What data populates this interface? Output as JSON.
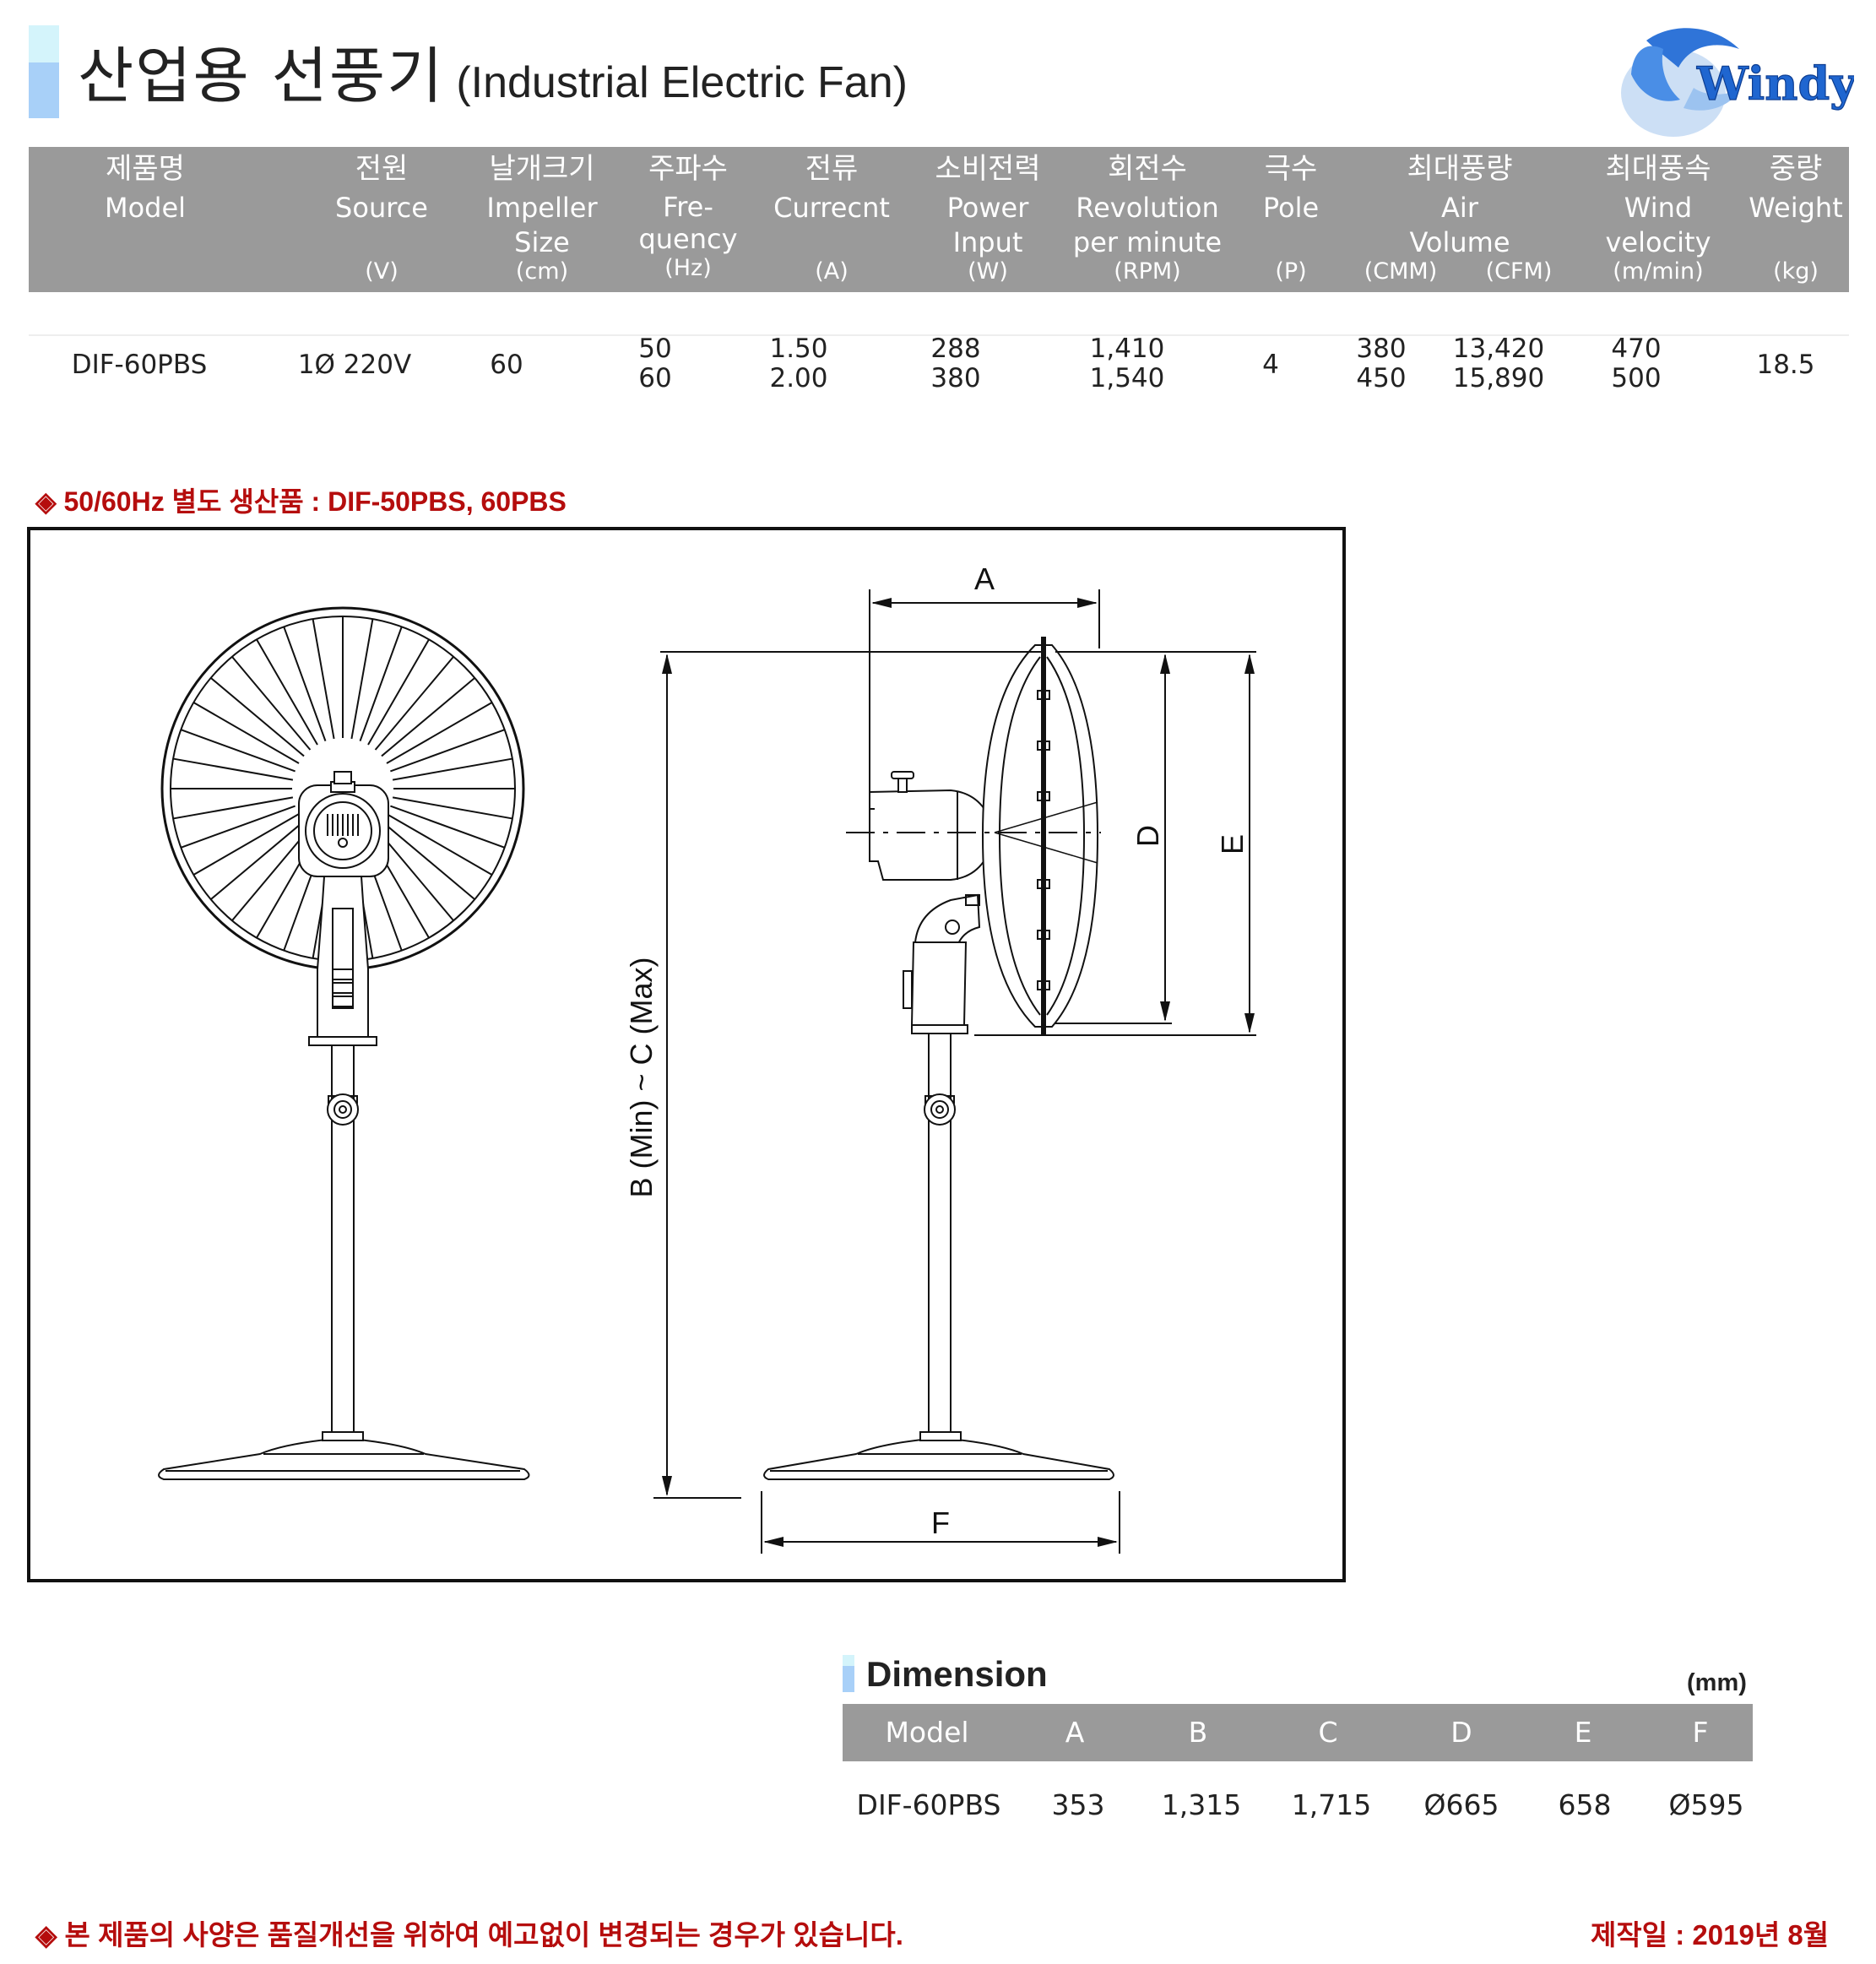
{
  "header": {
    "title_ko": "산업용 선풍기",
    "title_en": "(Industrial Electric Fan)",
    "logo_text": "Windy"
  },
  "spec_table": {
    "columns": [
      {
        "ko": "제품명",
        "en": "Model",
        "unit": ""
      },
      {
        "ko": "전원",
        "en": "Source",
        "unit": "(V)"
      },
      {
        "ko": "날개크기",
        "en": "Impeller\nSize",
        "unit": "(cm)"
      },
      {
        "ko": "주파수",
        "en": "Fre-\nquency",
        "unit": "(Hz)"
      },
      {
        "ko": "전류",
        "en": "Currecnt",
        "unit": "(A)"
      },
      {
        "ko": "소비전력",
        "en": "Power\nInput",
        "unit": "(W)"
      },
      {
        "ko": "회전수",
        "en": "Revolution\nper minute",
        "unit": "(RPM)"
      },
      {
        "ko": "극수",
        "en": "Pole",
        "unit": "(P)"
      },
      {
        "ko": "최대풍량",
        "en": "Air\nVolume",
        "unit": "(CMM)",
        "unit2": "(CFM)"
      },
      {
        "ko": "최대풍속",
        "en": "Wind\nvelocity",
        "unit": "(m/min)"
      },
      {
        "ko": "중량",
        "en": "Weight",
        "unit": "(kg)"
      }
    ],
    "row": {
      "model": "DIF-60PBS",
      "source": "1Ø 220V",
      "size": "60",
      "freq_50": "50",
      "freq_60": "60",
      "current_50": "1.50",
      "current_60": "2.00",
      "power_50": "288",
      "power_60": "380",
      "rpm_50": "1,410",
      "rpm_60": "1,540",
      "pole": "4",
      "cmm_50": "380",
      "cmm_60": "450",
      "cfm_50": "13,420",
      "cfm_60": "15,890",
      "velocity_50": "470",
      "velocity_60": "500",
      "weight": "18.5"
    }
  },
  "note": "◈ 50/60Hz 별도 생산품 : DIF-50PBS, 60PBS",
  "drawing": {
    "label_a": "A",
    "label_b": "B (Min) ~ C (Max)",
    "label_d": "D",
    "label_e": "E",
    "label_f": "F"
  },
  "dimension": {
    "title": "Dimension",
    "unit": "(mm)",
    "headers": [
      "Model",
      "A",
      "B",
      "C",
      "D",
      "E",
      "F"
    ],
    "values": [
      "DIF-60PBS",
      "353",
      "1,315",
      "1,715",
      "Ø665",
      "658",
      "Ø595"
    ]
  },
  "footer": {
    "notice": "◈ 본 제품의 사양은 품질개선을 위하여 예고없이 변경되는 경우가 있습니다.",
    "date": "제작일 : 2019년 8월"
  }
}
